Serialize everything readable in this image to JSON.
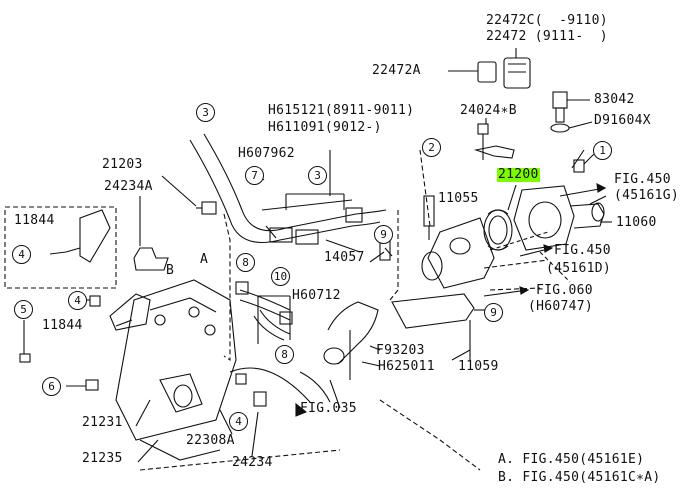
{
  "labels": {
    "p22472c": "22472C(  -9110)",
    "p22472": "22472 (9111-  )",
    "p22472a": "22472A",
    "p83042": "83042",
    "p24024b": "24024∗B",
    "pd91604x": "D91604X",
    "ph615121": "H615121(8911-9011)",
    "ph611091": "H611091(9012-)",
    "ph607962": "H607962",
    "p21203": "21203",
    "p24234a": "24234A",
    "p21200": "21200",
    "pfig450g": "FIG.450",
    "pfig450g_sub": "(45161G)",
    "p11055": "11055",
    "p11060": "11060",
    "p11844a": "11844",
    "pfig450d": "FIG.450",
    "pfig450d_sub": "(45161D)",
    "p14057": "14057",
    "ph60712": "H60712",
    "pfig060": "FIG.060",
    "pfig060_sub": "(H60747)",
    "p11844b": "11844",
    "pf93203": "F93203",
    "ph625011": "H625011",
    "p11059": "11059",
    "p21231": "21231",
    "pfig035": "FIG.035",
    "p22308a": "22308A",
    "p21235": "21235",
    "p24234": "24234",
    "legend_a": "A. FIG.450(45161E)",
    "legend_b": "B. FIG.450(45161C∗A)",
    "ref_a": "A",
    "ref_b": "B"
  },
  "callouts": {
    "c1": "1",
    "c2": "2",
    "c3a": "3",
    "c3b": "3",
    "c4a": "4",
    "c4b": "4",
    "c4c": "4",
    "c5": "5",
    "c6": "6",
    "c7": "7",
    "c8a": "8",
    "c8b": "8",
    "c9a": "9",
    "c9b": "9",
    "c10": "10"
  },
  "colors": {
    "highlight": "#7CFC00",
    "ink": "#111111"
  }
}
